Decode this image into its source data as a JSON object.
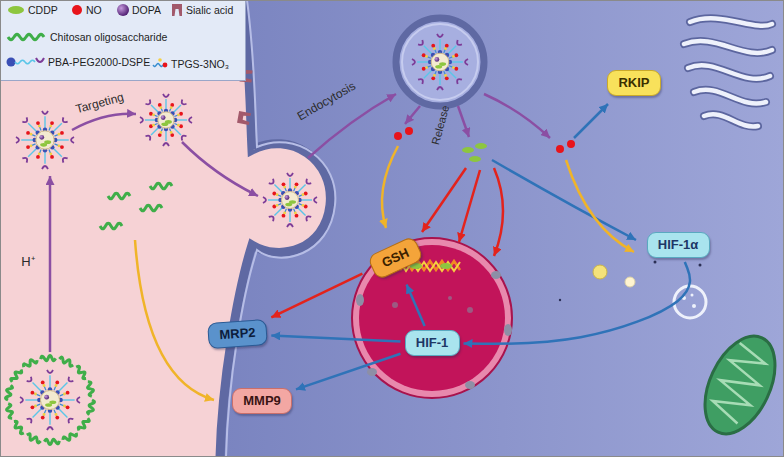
{
  "diagram": {
    "nodes": [
      {
        "text": [
          "RKIP"
        ]
      },
      {
        "text": [
          "HIF-1α"
        ]
      },
      {
        "text": [
          "GSH"
        ]
      },
      {
        "text": [
          "MRP2"
        ]
      },
      {
        "text": [
          "MMP9"
        ]
      },
      {
        "text": [
          "HIF-1"
        ]
      }
    ],
    "edges": [
      {
        "from": 1,
        "to": 5,
        "arrow": "to"
      },
      {
        "from": 5,
        "to": 3,
        "arrow": "to"
      },
      {
        "from": 5,
        "to": 4,
        "arrow": "to"
      },
      {
        "from": 5,
        "to": 2,
        "arrow": "to"
      },
      {
        "from": 2,
        "to": 3,
        "arrow": "to"
      }
    ],
    "labels": [
      "Targeting",
      "Endocytosis",
      "Release",
      "H⁺"
    ],
    "legend": [
      {
        "text": "CDDP",
        "color": "#8dc63f"
      },
      {
        "text": "NO",
        "color": "#e8141b"
      },
      {
        "text": "DOPA"
      },
      {
        "text": "Sialic acid"
      },
      {
        "text": "Chitosan oligosaccharide"
      },
      {
        "text": "PBA-PEG2000-DSPE"
      },
      {
        "text": "TPGS-3NO₃"
      }
    ]
  }
}
